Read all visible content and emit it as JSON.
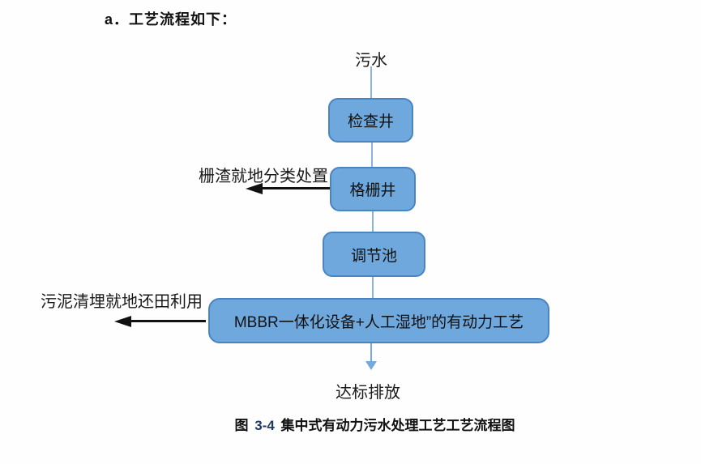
{
  "title": "a．工艺流程如下：",
  "flowchart": {
    "source_label": "污水",
    "nodes": [
      {
        "label": "检查井"
      },
      {
        "label": "格栅井"
      },
      {
        "label": "调节池"
      },
      {
        "label": "MBBR一体化设备+人工湿地”的有动力工艺"
      }
    ],
    "side_outputs": [
      {
        "label": "栅渣就地分类处置"
      },
      {
        "label": "污泥清埋就地还田利用"
      }
    ],
    "sink_label": "达标排放",
    "colors": {
      "node_fill": "#6fa8dc",
      "node_border": "#4a85c2",
      "connector_blue": "#8ab4e0",
      "arrow_blue": "#74a9dc",
      "arrow_black": "#111111",
      "figure_number": "#1f3864"
    }
  },
  "caption": {
    "fig_label": "图",
    "fig_number": "3-4",
    "text": "集中式有动力污水处理工艺工艺流程图"
  }
}
